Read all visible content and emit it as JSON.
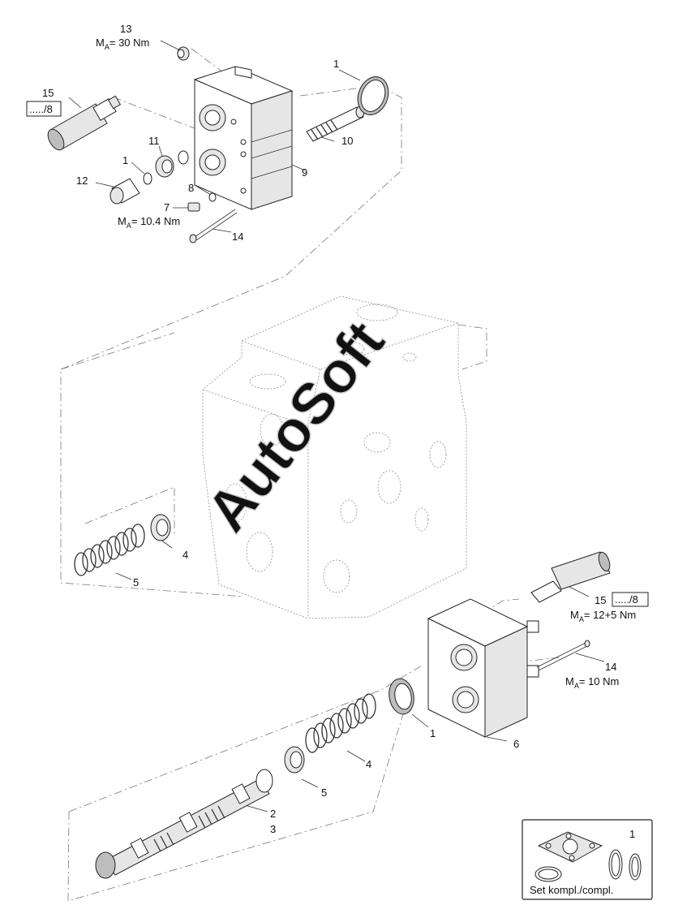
{
  "watermark": "AutoSoft",
  "callouts": [
    {
      "id": "c13",
      "text": "13"
    },
    {
      "id": "c1a",
      "text": "1"
    },
    {
      "id": "c15a",
      "text": "15"
    },
    {
      "id": "c11",
      "text": "11"
    },
    {
      "id": "c10",
      "text": "10"
    },
    {
      "id": "c1b",
      "text": "1"
    },
    {
      "id": "c12",
      "text": "12"
    },
    {
      "id": "c9",
      "text": "9"
    },
    {
      "id": "c8",
      "text": "8"
    },
    {
      "id": "c7",
      "text": "7"
    },
    {
      "id": "c14a",
      "text": "14"
    },
    {
      "id": "c4a",
      "text": "4"
    },
    {
      "id": "c5a",
      "text": "5"
    },
    {
      "id": "c15b",
      "text": "15"
    },
    {
      "id": "c14b",
      "text": "14"
    },
    {
      "id": "c1c",
      "text": "1"
    },
    {
      "id": "c6",
      "text": "6"
    },
    {
      "id": "c4b",
      "text": "4"
    },
    {
      "id": "c5b",
      "text": "5"
    },
    {
      "id": "c2",
      "text": "2"
    },
    {
      "id": "c3",
      "text": "3"
    },
    {
      "id": "c1set",
      "text": "1"
    }
  ],
  "page_refs": [
    {
      "id": "ref15a",
      "text": "...../8"
    },
    {
      "id": "ref15b",
      "text": "...../8"
    }
  ],
  "torques": [
    {
      "id": "t13",
      "m": "M",
      "sub": "A",
      "rest": "= 30 Nm"
    },
    {
      "id": "t7",
      "m": "M",
      "sub": "A",
      "rest": "= 10.4 Nm"
    },
    {
      "id": "t15b",
      "m": "M",
      "sub": "A",
      "rest": "= 12+5 Nm"
    },
    {
      "id": "t14b",
      "m": "M",
      "sub": "A",
      "rest": "= 10 Nm"
    }
  ],
  "set_label": "Set kompl./compl."
}
